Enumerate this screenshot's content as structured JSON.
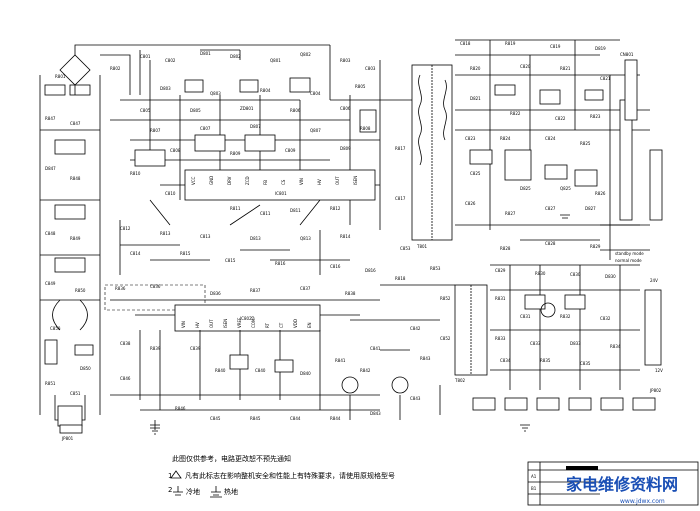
{
  "notes": {
    "line1": "此图仅供参考，电路更改恕不预先通知",
    "line2": "凡有此标志在影响整机安全和性能上有特殊要求，请使用原规格型号",
    "cold_ground": "冷地",
    "hot_ground": "热地",
    "num1": "1",
    "num2": "2"
  },
  "labels": {
    "standby": "standby mode",
    "normal": "normal mode",
    "watermark_main": "家电维修资料网",
    "watermark_url": "www.jdwx.com",
    "jp_left": "JP801",
    "jp_bottom": "JP802",
    "ic_main": "IC801",
    "ic_pfc": "IC802",
    "t_main": "T801",
    "t_sub": "T802",
    "u_cn": "CN801",
    "v24": "24V",
    "v12": "12V"
  },
  "title_block": {
    "a1": "A1",
    "b1": "B1"
  },
  "pin_labels": [
    "VCC",
    "GND",
    "DRV",
    "ZCD",
    "FB",
    "CS",
    "VIN",
    "HV",
    "OUT",
    "ISEN",
    "VREF",
    "COMP",
    "RT",
    "CT",
    "VDD",
    "EN"
  ],
  "component_labels": [
    "R801",
    "R802",
    "C801",
    "C802",
    "D801",
    "D802",
    "Q801",
    "Q802",
    "R803",
    "C803",
    "D803",
    "Q803",
    "R804",
    "C804",
    "R805",
    "C805",
    "D805",
    "ZD801",
    "R806",
    "C806",
    "R807",
    "C807",
    "D807",
    "Q807",
    "R808",
    "C808",
    "R809",
    "C809",
    "D809",
    "R810",
    "C810",
    "R811",
    "C811",
    "D811",
    "R812",
    "C812",
    "R813",
    "C813",
    "D813",
    "Q813",
    "R814",
    "C814",
    "R815",
    "C815",
    "R816",
    "C816",
    "D816",
    "R817",
    "C817",
    "R818",
    "C818",
    "R819",
    "C819",
    "D819",
    "R820",
    "C820",
    "R821",
    "C821",
    "D821",
    "R822",
    "C822",
    "R823",
    "C823",
    "R824",
    "C824",
    "R825",
    "C825",
    "D825",
    "Q825",
    "R826",
    "C826",
    "R827",
    "C827",
    "D827",
    "R828",
    "C828",
    "R829",
    "C829",
    "R830",
    "C830",
    "D830",
    "R831",
    "C831",
    "R832",
    "C832",
    "R833",
    "C833",
    "D833",
    "R834",
    "C834",
    "R835",
    "C835",
    "R836",
    "C836",
    "D836",
    "R837",
    "C837",
    "R838",
    "C838",
    "R839",
    "C839",
    "R840",
    "C840",
    "D840",
    "R841",
    "C841",
    "R842",
    "C842",
    "R843",
    "C843",
    "D843",
    "R844",
    "C844",
    "R845",
    "C845",
    "R846",
    "C846",
    "R847",
    "C847",
    "D847",
    "R848",
    "C848",
    "R849",
    "C849",
    "R850",
    "C850",
    "D850",
    "R851",
    "C851",
    "R852",
    "C852",
    "R853",
    "C853"
  ]
}
